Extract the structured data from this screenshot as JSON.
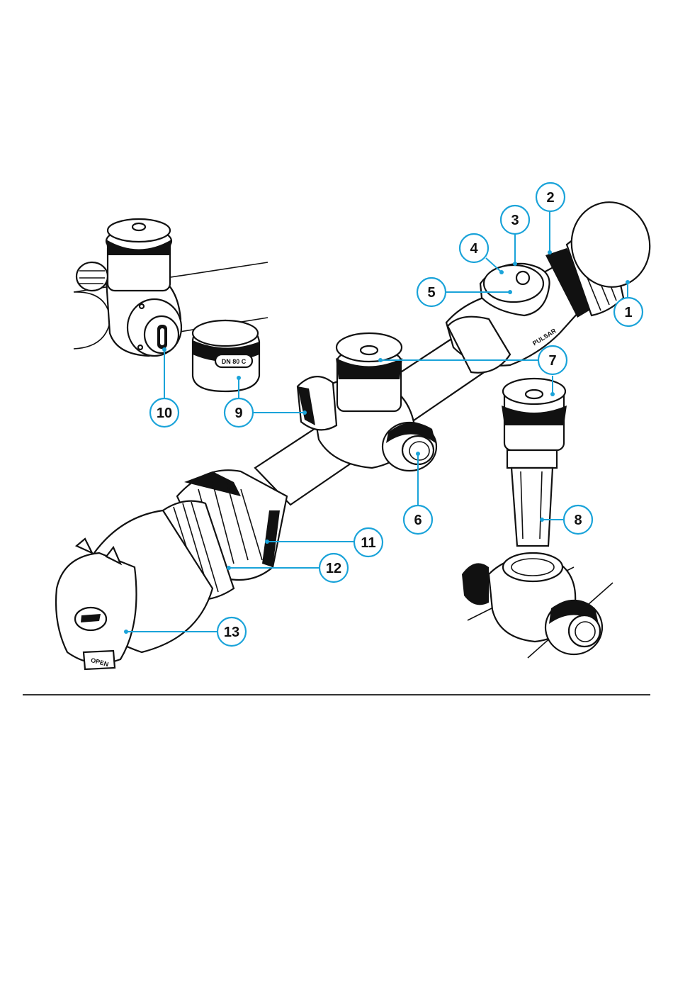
{
  "callouts": [
    {
      "id": 1,
      "label": "1"
    },
    {
      "id": 2,
      "label": "2"
    },
    {
      "id": 3,
      "label": "3"
    },
    {
      "id": 4,
      "label": "4"
    },
    {
      "id": 5,
      "label": "5"
    },
    {
      "id": 6,
      "label": "6"
    },
    {
      "id": 7,
      "label": "7"
    },
    {
      "id": 8,
      "label": "8"
    },
    {
      "id": 9,
      "label": "9"
    },
    {
      "id": 10,
      "label": "10"
    },
    {
      "id": 11,
      "label": "11"
    },
    {
      "id": 12,
      "label": "12"
    },
    {
      "id": 13,
      "label": "13"
    }
  ],
  "markings": {
    "battery_cap": "DN 80 C",
    "lens_cap": "OPEN",
    "brand_badge": "PULSAR"
  },
  "colors": {
    "callout_accent": "#1aa3d9",
    "line_art": "#111111",
    "divider": "#333333"
  }
}
